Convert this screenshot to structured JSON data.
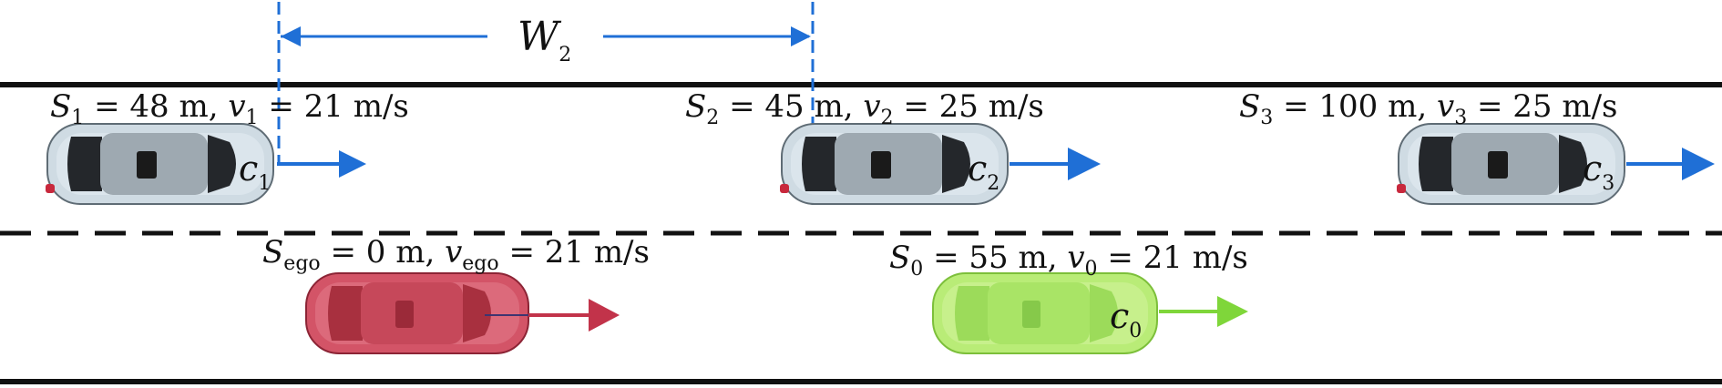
{
  "width_label": {
    "main": "W",
    "sub": "2"
  },
  "colors": {
    "road_line": "#111111",
    "arrow_blue": "#1f6fd6",
    "arrow_red": "#c2334a",
    "arrow_green": "#7fd63a",
    "car_grey": "#cfdbe3",
    "car_red": "#d35467",
    "car_green": "#b9ec77"
  },
  "vehicles": {
    "c1": {
      "id_main": "c",
      "id_sub": "1",
      "s_main": "S",
      "s_sub": "1",
      "s_val": " = 48 m, ",
      "v_main": "v",
      "v_sub": "1",
      "v_val": " = 21 m/s"
    },
    "c2": {
      "id_main": "c",
      "id_sub": "2",
      "s_main": "S",
      "s_sub": "2",
      "s_val": " = 45 m, ",
      "v_main": "v",
      "v_sub": "2",
      "v_val": " = 25 m/s"
    },
    "c3": {
      "id_main": "c",
      "id_sub": "3",
      "s_main": "S",
      "s_sub": "3",
      "s_val": " = 100 m, ",
      "v_main": "v",
      "v_sub": "3",
      "v_val": " = 25 m/s"
    },
    "ego": {
      "s_main": "S",
      "s_sub": "ego",
      "s_val": " = 0 m, ",
      "v_main": "v",
      "v_sub": "ego",
      "v_val": " = 21 m/s"
    },
    "c0": {
      "id_main": "c",
      "id_sub": "0",
      "s_main": "S",
      "s_sub": "0",
      "s_val": " = 55 m, ",
      "v_main": "v",
      "v_sub": "0",
      "v_val": " = 21 m/s"
    }
  }
}
